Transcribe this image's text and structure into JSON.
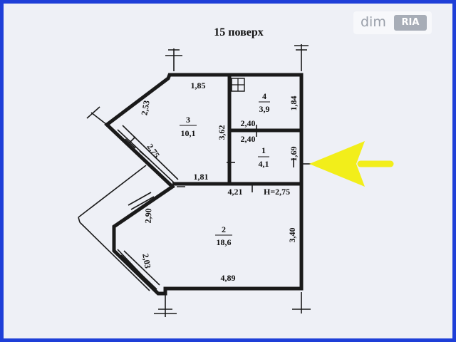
{
  "title": "15 поверх",
  "watermark": {
    "left": "dim",
    "right": "RIA"
  },
  "rooms": [
    {
      "num": "1",
      "area": "4,1"
    },
    {
      "num": "2",
      "area": "18,6"
    },
    {
      "num": "3",
      "area": "10,1"
    },
    {
      "num": "4",
      "area": "3,9"
    }
  ],
  "dimensions": {
    "top_185": "1,85",
    "diag_253": "2,53",
    "v_362": "3,62",
    "v_184": "1,84",
    "h_240a": "2,40",
    "h_240b": "2,40",
    "v_169": "1,69",
    "diag_275": "2,75",
    "h_181": "1,81",
    "h_421": "4,21",
    "height": "H=2,75",
    "diag_290": "2,90",
    "v_340": "3,40",
    "diag_203": "2,03",
    "bottom_489": "4,89"
  },
  "colors": {
    "frame": "#1e3fd8",
    "arrow": "#f2ee1a",
    "walls": "#1a1a1a"
  },
  "icons": [
    "vent-grid-icon",
    "pointer-arrow-icon"
  ]
}
